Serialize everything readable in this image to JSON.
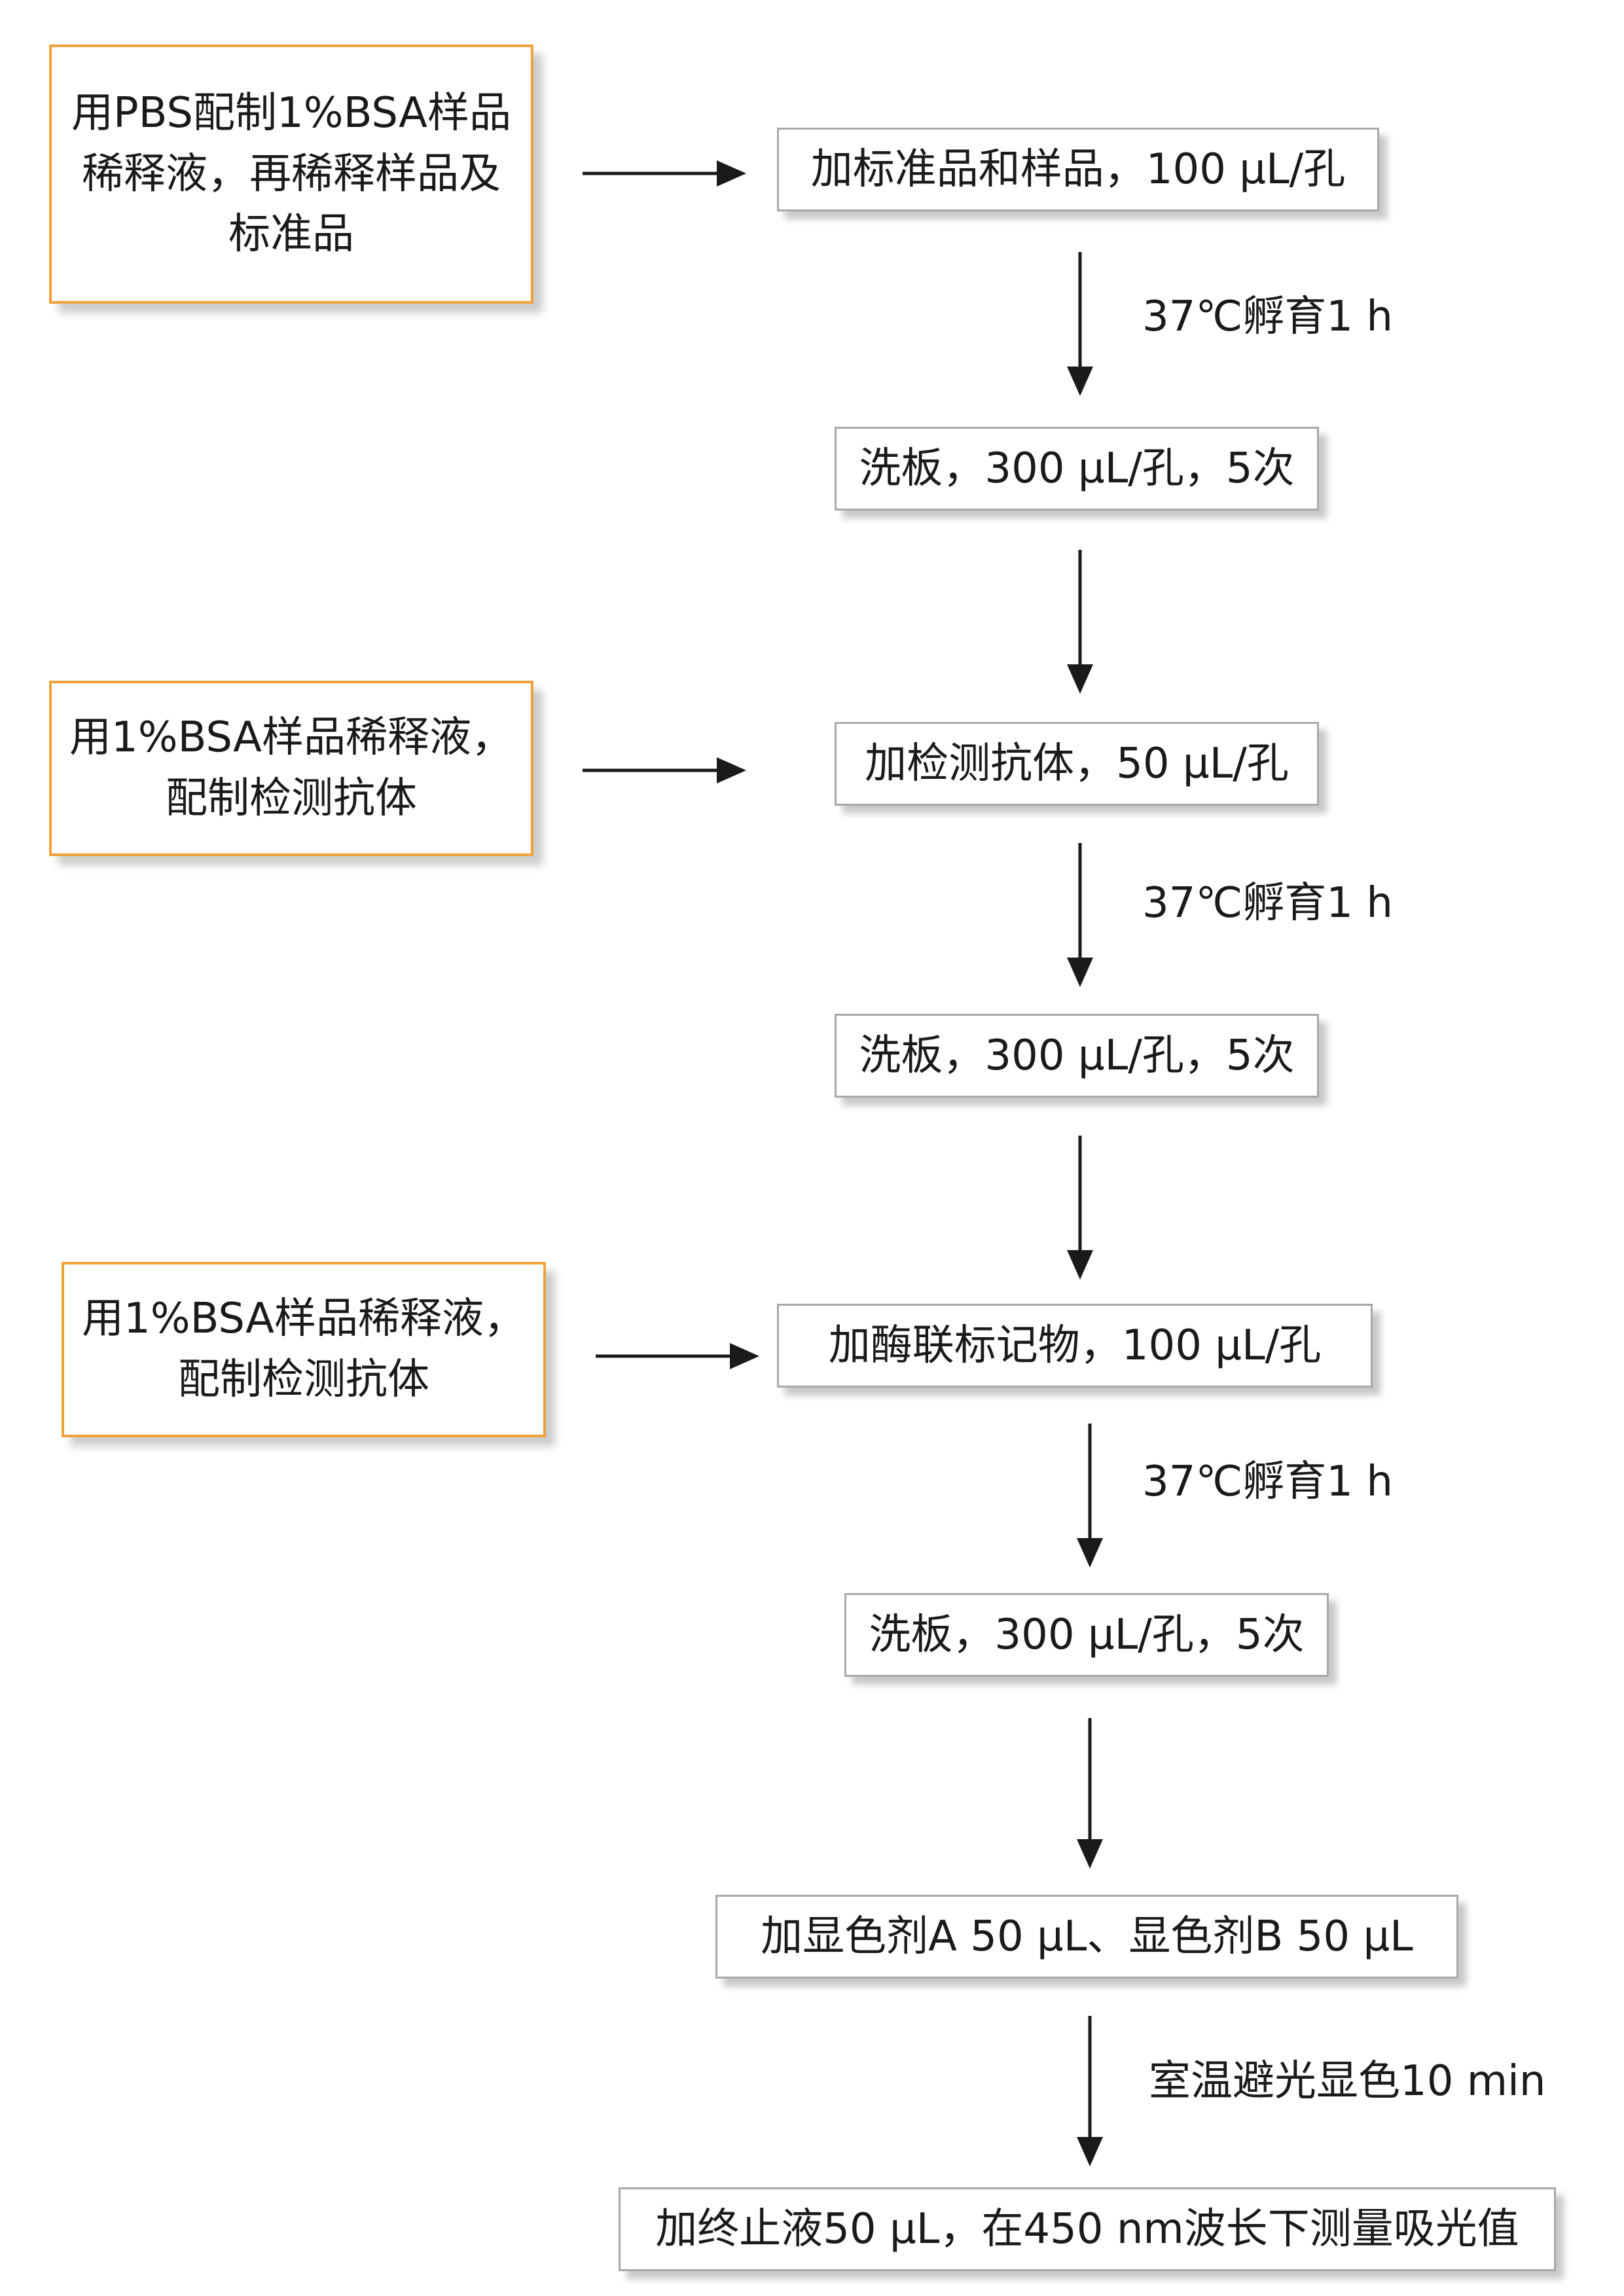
{
  "colors": {
    "side_border": "#f0a13a",
    "main_border": "#a8a8a8",
    "arrow": "#1a1a1a"
  },
  "side_boxes": [
    {
      "line1": "用PBS配制1%BSA样品",
      "line2": "稀释液，再稀释样品及",
      "line3": "标准品"
    },
    {
      "line1": "用1%BSA样品稀释液，",
      "line2": "配制检测抗体"
    },
    {
      "line1": "用1%BSA样品稀释液，",
      "line2": "配制检测抗体"
    }
  ],
  "steps": [
    "加标准品和样品，100 μL/孔",
    "洗板，300 μL/孔，5次",
    "加检测抗体，50 μL/孔",
    "洗板，300 μL/孔，5次",
    "加酶联标记物，100 μL/孔",
    "洗板，300 μL/孔，5次",
    "加显色剂A 50 μL、显色剂B 50 μL",
    "加终止液50 μL，在450 nm波长下测量吸光值"
  ],
  "arrow_labels": [
    "37℃孵育1 h",
    "37℃孵育1 h",
    "37℃孵育1 h",
    "室温避光显色10 min"
  ]
}
